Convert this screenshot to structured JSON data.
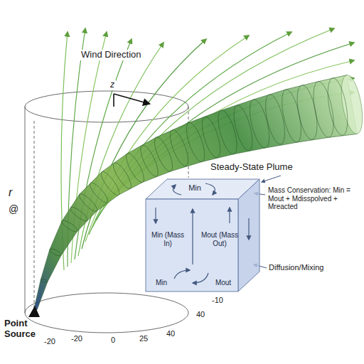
{
  "diagram": {
    "nodes": [
      {
        "text": [
          "Min",
          "Min (Mass In)",
          "Mout (Mass Out)",
          "Min",
          "Mout"
        ]
      }
    ],
    "labels": [
      "Wind Direction",
      "z",
      "r",
      "@",
      "Steady-State Plume",
      "Mass Conservation: Min = Mout + Mdisspolved + Mreacted",
      "Diffusion/Mixing",
      "Point Source",
      "-20",
      "-20",
      "0",
      "25",
      "40",
      "40",
      "-10"
    ]
  }
}
